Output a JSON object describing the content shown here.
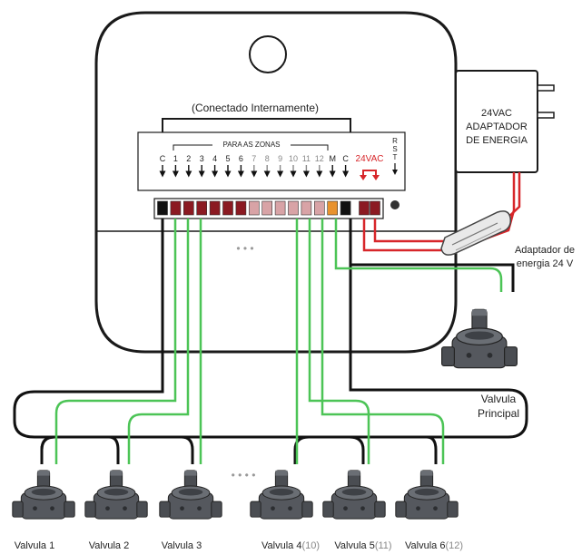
{
  "controller": {
    "caption": "(Conectado Internamente)",
    "zones_header": "PARA AS ZONAS",
    "terminals": [
      "C",
      "1",
      "2",
      "3",
      "4",
      "5",
      "6",
      "7",
      "8",
      "9",
      "10",
      "11",
      "12",
      "M",
      "C"
    ],
    "vac_label": "24VAC",
    "rst_letters": [
      "R",
      "S",
      "T"
    ],
    "more_dots": "• • •",
    "colors": {
      "common": "#111111",
      "zone_active": "#8b1a22",
      "zone_expansion": "#d8a3a6",
      "master": "#e8922e",
      "vac": "#8b1a22"
    }
  },
  "adapter": {
    "box_lines": [
      "24VAC",
      "ADAPTADOR",
      "DE ENERGIA"
    ],
    "caption_lines": [
      "Adaptador de",
      "energia 24 V"
    ]
  },
  "master_valve": {
    "caption_lines": [
      "Valvula",
      "Principal"
    ]
  },
  "valves": [
    {
      "name": "Valvula 1",
      "suffix": ""
    },
    {
      "name": "Valvula 2",
      "suffix": ""
    },
    {
      "name": "Valvula 3",
      "suffix": ""
    },
    {
      "name": "Valvula 4",
      "suffix": "(10)"
    },
    {
      "name": "Valvula 5",
      "suffix": "(11)"
    },
    {
      "name": "Valvula 6",
      "suffix": "(12)"
    }
  ],
  "between_valves_dots": "• • • •",
  "wire_colors": {
    "common": "#111111",
    "zone": "#4cc456",
    "power": "#d7262a"
  }
}
